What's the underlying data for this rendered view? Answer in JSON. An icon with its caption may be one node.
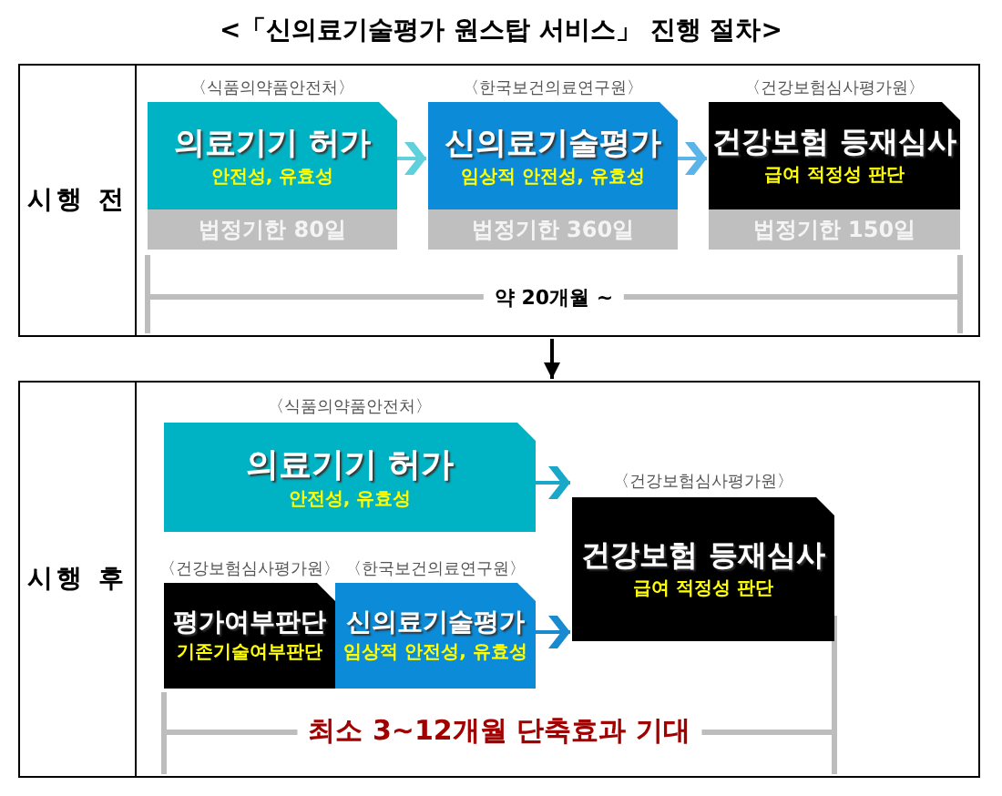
{
  "diagram": {
    "title": "<「신의료기술평가 원스탑 서비스」 진행 절차>",
    "nodes": [
      {
        "text": [
          "시행 전"
        ]
      },
      {
        "text": [
          "〈식품의약품안전처〉",
          "의료기기 허가",
          "안전성, 유효성"
        ],
        "in": 0
      },
      {
        "text": [
          "법정기한 80일"
        ],
        "in": 0
      },
      {
        "text": [
          "〈한국보건의료연구원〉",
          "신의료기술평가",
          "임상적 안전성, 유효성"
        ],
        "in": 0
      },
      {
        "text": [
          "법정기한 360일"
        ],
        "in": 0
      },
      {
        "text": [
          "〈건강보험심사평가원〉",
          "건강보험 등재심사",
          "급여 적정성 판단"
        ],
        "in": 0
      },
      {
        "text": [
          "법정기한 150일"
        ],
        "in": 0
      },
      {
        "text": [
          "시행 후"
        ]
      },
      {
        "text": [
          "〈식품의약품안전처〉",
          "의료기기 허가",
          "안전성, 유효성"
        ],
        "in": 7
      },
      {
        "text": [
          "〈건강보험심사평가원〉",
          "평가여부판단",
          "기존기술여부판단"
        ],
        "in": 7
      },
      {
        "text": [
          "〈한국보건의료연구원〉",
          "신의료기술평가",
          "임상적 안전성, 유효성"
        ],
        "in": 7
      },
      {
        "text": [
          "〈건강보험심사평가원〉",
          "건강보험 등재심사",
          "급여 적정성 판단"
        ],
        "in": 7
      }
    ],
    "edges": [
      {
        "from": 1,
        "to": 3,
        "arrow": "to"
      },
      {
        "from": 3,
        "to": 5,
        "arrow": "to"
      },
      {
        "from": 0,
        "to": 7,
        "arrow": "to",
        "color": "#000000"
      },
      {
        "from": 8,
        "to": 11,
        "arrow": "to"
      },
      {
        "from": 10,
        "to": 11,
        "arrow": "to"
      }
    ],
    "labels": [
      "약 20개월 ~",
      "최소 3~12개월 단축효과 기대"
    ]
  }
}
